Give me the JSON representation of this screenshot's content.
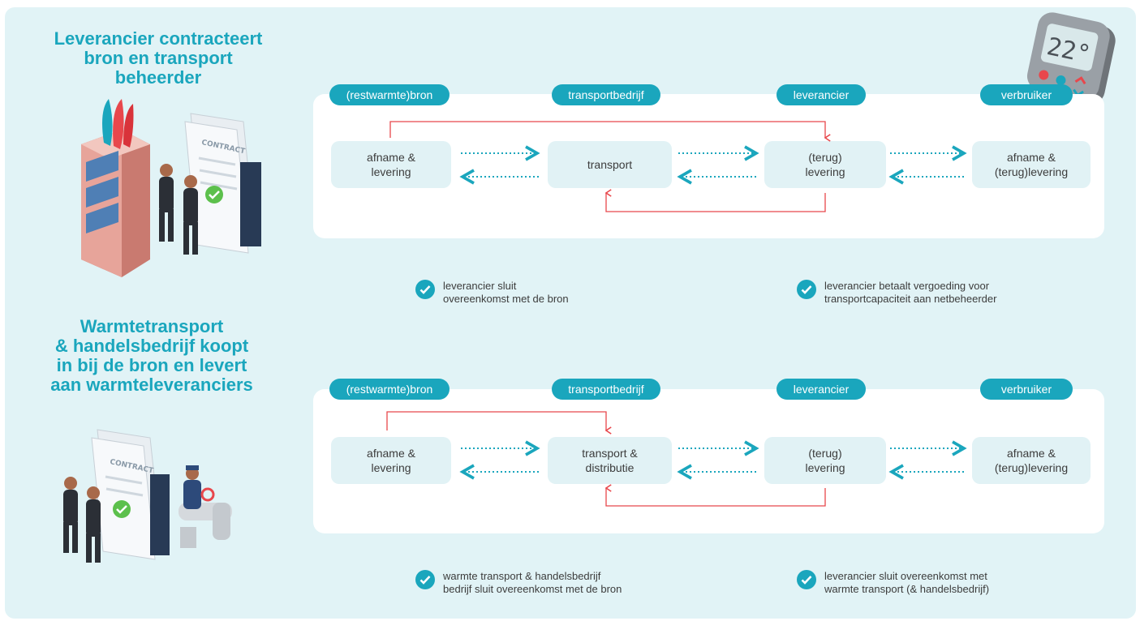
{
  "colors": {
    "accent": "#1aa6bd",
    "panel_bg": "#e1f3f6",
    "node_bg": "#e1f2f5",
    "contract_line": "#e8474c",
    "text": "#3c3c3c"
  },
  "thermostat": {
    "display": "22°"
  },
  "sections": [
    {
      "title": "Leverancier contracteert\nbron en transport\nbeheerder",
      "roles": [
        "(restwarmte)bron",
        "transportbedrijf",
        "leverancier",
        "verbruiker"
      ],
      "nodes": [
        "afname &\nlevering",
        "transport",
        "(terug)\nlevering",
        "afname &\n(terug)levering"
      ],
      "checks": [
        "leverancier sluit\novereenkomst met de bron",
        "leverancier betaalt vergoeding voor\ntransportcapaciteit  aan netbeheerder"
      ],
      "illustration_label": "CONTRACT"
    },
    {
      "title": "Warmtetransport\n& handelsbedrijf koopt\nin bij de bron en levert\naan warmteleveranciers",
      "roles": [
        "(restwarmte)bron",
        "transportbedrijf",
        "leverancier",
        "verbruiker"
      ],
      "nodes": [
        "afname &\nlevering",
        "transport &\ndistributie",
        "(terug)\nlevering",
        "afname &\n(terug)levering"
      ],
      "checks": [
        "warmte transport & handelsbedrijf\nbedrijf sluit overeenkomst met de bron",
        "leverancier sluit overeenkomst met\nwarmte transport (& handelsbedrijf)"
      ],
      "illustration_label": "CONTRACT"
    }
  ]
}
